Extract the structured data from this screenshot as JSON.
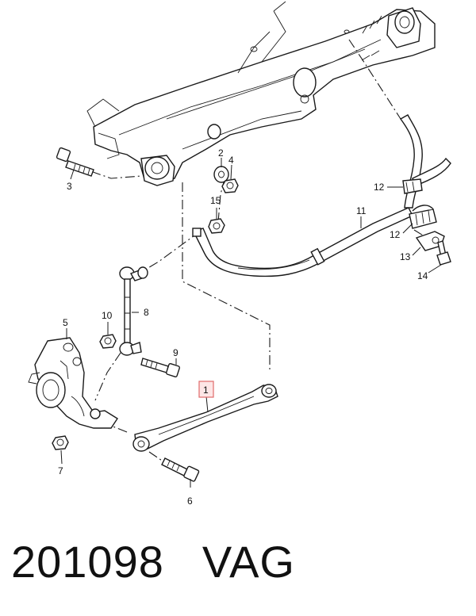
{
  "callouts": {
    "c1": "1",
    "c2": "2",
    "c3": "3",
    "c4": "4",
    "c5": "5",
    "c6": "6",
    "c7": "7",
    "c8": "8",
    "c9": "9",
    "c10": "10",
    "c11": "11",
    "c12a": "12",
    "c12b": "12",
    "c13": "13",
    "c14": "14",
    "c15": "15"
  },
  "highlight_color": "#e06a6a",
  "footer": {
    "number": "201098",
    "brand": "VAG"
  }
}
